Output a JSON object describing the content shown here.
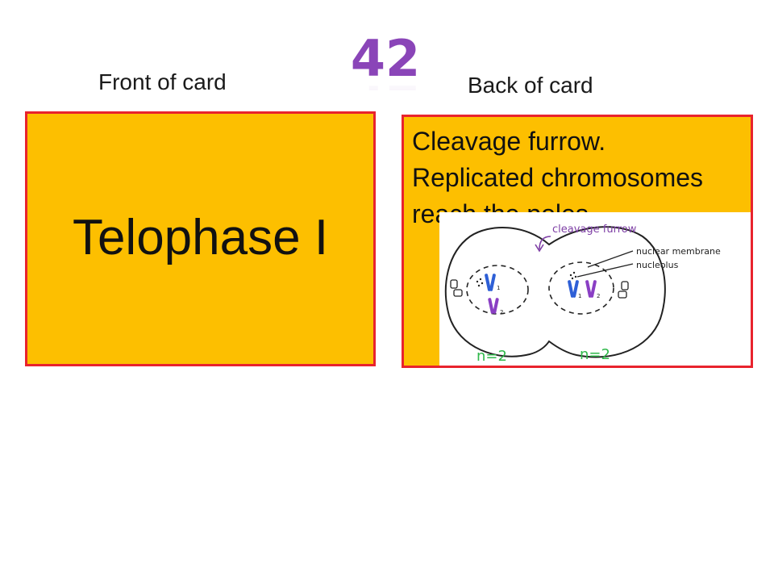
{
  "slide": {
    "number": "42",
    "number_color": "#8a45b8"
  },
  "front": {
    "label": "Front of card",
    "term": "Telophase I"
  },
  "back": {
    "label": "Back of card",
    "text_lines": [
      "Cleavage furrow.",
      "Replicated chromosomes",
      "reach the poles."
    ],
    "diagram": {
      "labels": {
        "cleavage_furrow": "cleavage furrow",
        "nuclear_membrane": "nuclear membrane",
        "nucleolus": "nucleolus"
      },
      "ploidy_left": "n=2",
      "ploidy_right": "n=2",
      "chromosome_numbers": [
        "1",
        "2",
        "1",
        "2"
      ],
      "label_color": "#7e3fa5",
      "ploidy_color": "#2fb84a",
      "chromosome_colors": [
        "#2e5fd6",
        "#8a3fc4"
      ]
    }
  },
  "colors": {
    "card_fill": "#fdbf00",
    "card_border": "#e8232d"
  }
}
